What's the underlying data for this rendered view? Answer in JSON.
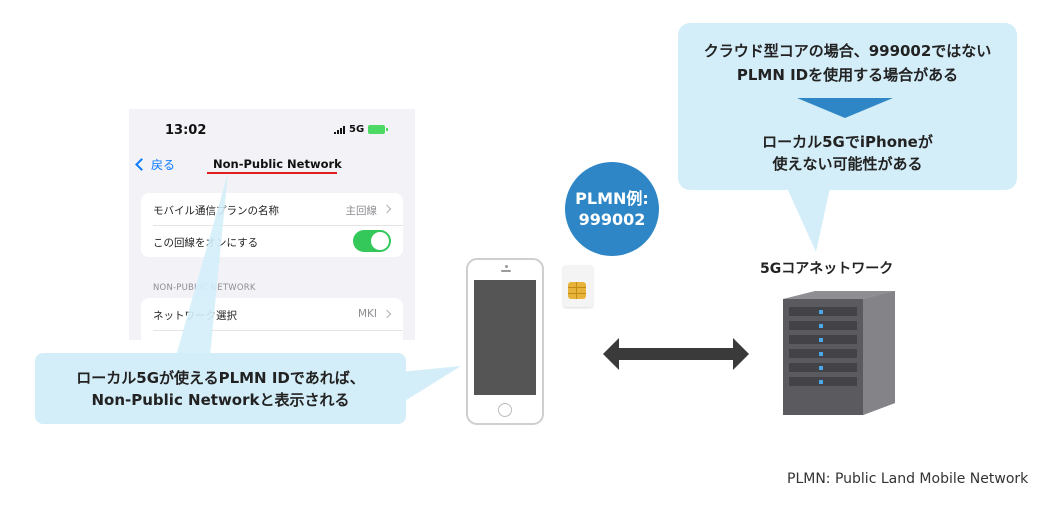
{
  "phone_settings": {
    "time": "13:02",
    "network_type": "5G",
    "back_label": "戻る",
    "nav_title": "Non-Public Network",
    "rows": [
      {
        "label": "モバイル通信プランの名称",
        "value": "主回線"
      },
      {
        "label": "この回線をオンにする",
        "value": ""
      }
    ],
    "toggle_on": true,
    "section_header": "NON-PUBLIC NETWORK",
    "network_row": {
      "label": "ネットワーク選択",
      "value": "MKI"
    }
  },
  "callout_left": {
    "line1": "ローカル5Gが使えるPLMN IDであれば、",
    "line2": "Non-Public Networkと表示される"
  },
  "plmn_badge": {
    "line1": "PLMN例:",
    "line2": "999002"
  },
  "core_network_label": "5Gコアネットワーク",
  "callout_right": {
    "line1": "クラウド型コアの場合、999002ではない",
    "line2": "PLMN IDを使用する場合がある",
    "line3": "ローカル5GでiPhoneが",
    "line4": "使えない可能性がある"
  },
  "footnote": "PLMN: Public Land Mobile Network",
  "colors": {
    "callout_bg": "#d4eef9",
    "accent_blue": "#2e86c6",
    "underline_red": "#e01e1e",
    "toggle_green": "#34c759",
    "ios_link_blue": "#0a7aff"
  }
}
